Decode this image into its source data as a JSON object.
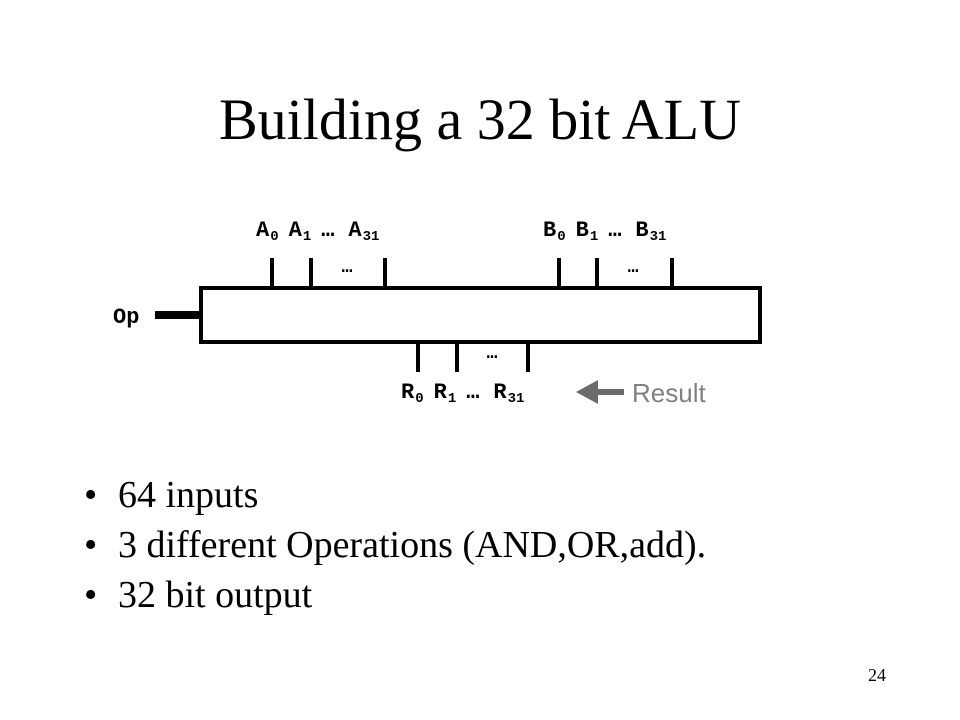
{
  "slide": {
    "title": "Building a 32 bit ALU",
    "page_number": "24"
  },
  "diagram": {
    "op_label": "Op",
    "a_inputs": {
      "first": {
        "base": "A",
        "sub": "0"
      },
      "second": {
        "base": "A",
        "sub": "1"
      },
      "ellipsis": "…",
      "last": {
        "base": "A",
        "sub": "31"
      }
    },
    "b_inputs": {
      "first": {
        "base": "B",
        "sub": "0"
      },
      "second": {
        "base": "B",
        "sub": "1"
      },
      "ellipsis": "…",
      "last": {
        "base": "B",
        "sub": "31"
      }
    },
    "r_outputs": {
      "first": {
        "base": "R",
        "sub": "0"
      },
      "second": {
        "base": "R",
        "sub": "1"
      },
      "ellipsis": "…",
      "last": {
        "base": "R",
        "sub": "31"
      }
    },
    "wire_ellipsis": "…",
    "result_label": "Result",
    "arrow_color": "#6b6b6b",
    "result_color": "#808080"
  },
  "bullets": [
    {
      "marker": "•",
      "text": "64 inputs"
    },
    {
      "marker": "•",
      "text": "3 different Operations (AND,OR,add)."
    },
    {
      "marker": "•",
      "text": "32 bit output"
    }
  ]
}
